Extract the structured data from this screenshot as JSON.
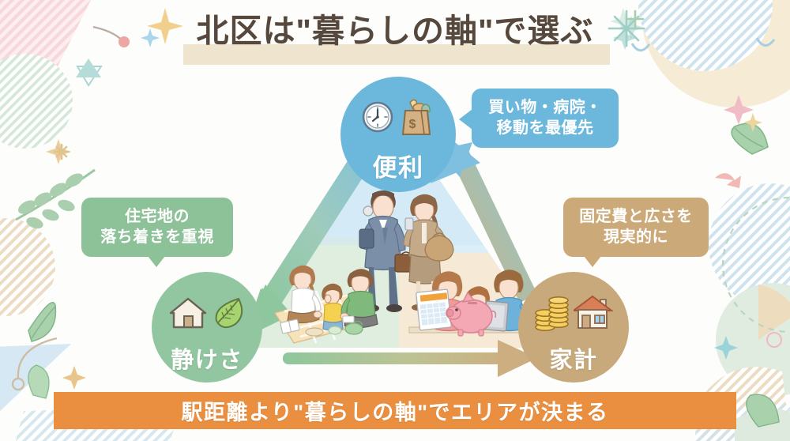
{
  "title": {
    "text": "北区は\"暮らしの軸\"で選ぶ",
    "highlight_color": "#efe5cf",
    "text_color": "#56483c"
  },
  "nodes": [
    {
      "id": "benri",
      "label": "便利",
      "color": "#6cb8dd",
      "icons": [
        "clock-icon",
        "shopping-bag-icon"
      ]
    },
    {
      "id": "shizukesa",
      "label": "静けさ",
      "color": "#92c6a0",
      "icons": [
        "house-icon",
        "leaf-icon"
      ]
    },
    {
      "id": "kakei",
      "label": "家計",
      "color": "#c8a97b",
      "icons": [
        "coin-stack-icon",
        "house-icon"
      ]
    }
  ],
  "callouts": [
    {
      "id": "benri",
      "line1": "買い物・病院・",
      "line2": "移動を最優先",
      "color": "#6cb8dd"
    },
    {
      "id": "shizukesa",
      "line1": "住宅地の",
      "line2": "落ち着きを重視",
      "color": "#8dc198"
    },
    {
      "id": "kakei",
      "line1": "固定費と広さを",
      "line2": "現実的に",
      "color": "#cba978"
    }
  ],
  "illustrations": [
    {
      "id": "commuters",
      "name": "commuting-couple-illustration"
    },
    {
      "id": "picnic",
      "name": "family-picnic-illustration"
    },
    {
      "id": "budget",
      "name": "family-budgeting-illustration"
    }
  ],
  "arrows": [
    {
      "id": "benri-to-shizukesa",
      "from": "#7fc0e0",
      "to": "#8ec79d"
    },
    {
      "id": "kakei-to-benri",
      "from": "#cdae80",
      "to": "#7fc0e0"
    },
    {
      "id": "shizukesa-to-kakei",
      "from": "#8ec79d",
      "to": "#cdae80"
    }
  ],
  "banner": {
    "text": "駅距離より\"暮らしの軸\"でエリアが決まる",
    "color": "#ea8f3f"
  }
}
